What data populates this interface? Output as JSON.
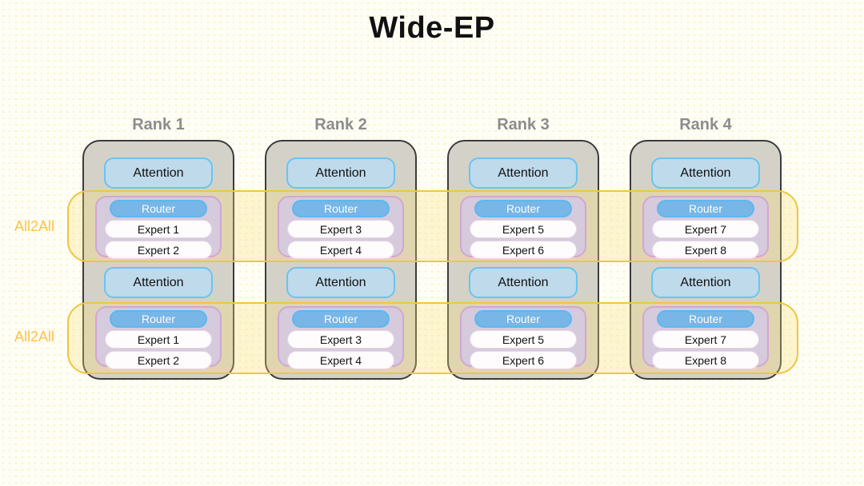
{
  "title": "Wide-EP",
  "band_label": "All2All",
  "ranks": [
    {
      "label": "Rank 1",
      "sections": [
        {
          "attention": "Attention",
          "router": "Router",
          "experts": [
            "Expert 1",
            "Expert 2"
          ]
        },
        {
          "attention": "Attention",
          "router": "Router",
          "experts": [
            "Expert 1",
            "Expert 2"
          ]
        }
      ]
    },
    {
      "label": "Rank 2",
      "sections": [
        {
          "attention": "Attention",
          "router": "Router",
          "experts": [
            "Expert 3",
            "Expert 4"
          ]
        },
        {
          "attention": "Attention",
          "router": "Router",
          "experts": [
            "Expert 3",
            "Expert 4"
          ]
        }
      ]
    },
    {
      "label": "Rank 3",
      "sections": [
        {
          "attention": "Attention",
          "router": "Router",
          "experts": [
            "Expert 5",
            "Expert 6"
          ]
        },
        {
          "attention": "Attention",
          "router": "Router",
          "experts": [
            "Expert 5",
            "Expert 6"
          ]
        }
      ]
    },
    {
      "label": "Rank 4",
      "sections": [
        {
          "attention": "Attention",
          "router": "Router",
          "experts": [
            "Expert 7",
            "Expert 8"
          ]
        },
        {
          "attention": "Attention",
          "router": "Router",
          "experts": [
            "Expert 7",
            "Expert 8"
          ]
        }
      ]
    }
  ],
  "colors": {
    "bg": "#FFFEF6",
    "title_color": "#111111",
    "rank_label": "#8C8C8C",
    "rank_fill": "#D4D2C8",
    "rank_border": "#3B3B3B",
    "attention_fill": "#BFDAEB",
    "attention_border": "#69C4F0",
    "moe_fill": "#D6CADD",
    "moe_border": "#D3A6D4",
    "router_fill": "#77B6E6",
    "router_border": "#5CB8F0",
    "expert_fill": "#FEFCFD",
    "expert_border": "#E7D6E7",
    "band_border": "#F0C63E",
    "band_fill_rgba": "rgba(247,222,120,0.30)",
    "all2all_text": "#FFC24A"
  }
}
